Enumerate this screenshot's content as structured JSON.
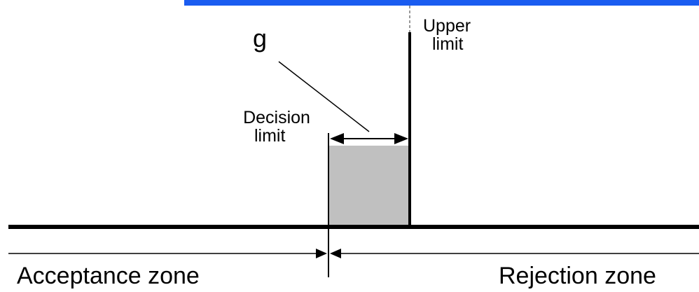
{
  "labels": {
    "g": "g",
    "upper_limit_line1": "Upper",
    "upper_limit_line2": "limit",
    "decision_limit_line1": "Decision",
    "decision_limit_line2": "limit",
    "acceptance_zone": "Acceptance zone",
    "rejection_zone": "Rejection zone"
  },
  "colors": {
    "top_bar": "#1a5cf0",
    "guard_band_fill": "#c0c0c0",
    "lines": "#000000",
    "dashed_extension": "#999999"
  }
}
